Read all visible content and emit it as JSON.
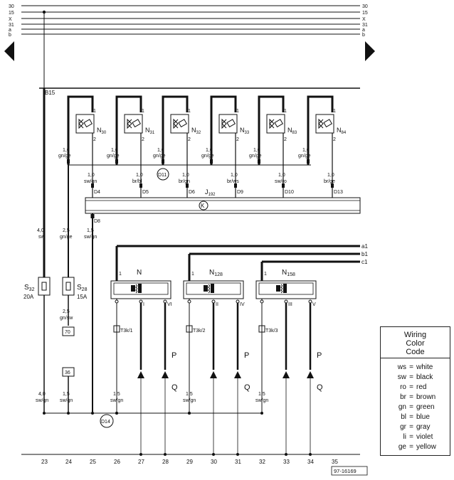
{
  "top_bus": {
    "labels_left": [
      "30",
      "15",
      "X",
      "31",
      "a",
      "b"
    ],
    "labels_right": [
      "30",
      "15",
      "X",
      "31",
      "a",
      "b"
    ]
  },
  "b15_label": "B15",
  "injectors": [
    {
      "name": "N",
      "sub": "30",
      "wire_top": "1,0",
      "wire_bot": "gn/ge",
      "wire2_top": "1,0",
      "wire2_bot": "sw/gn",
      "pin": "D4"
    },
    {
      "name": "N",
      "sub": "31",
      "wire_top": "1,0",
      "wire_bot": "gn/ge",
      "wire2_top": "1,0",
      "wire2_bot": "br/bl",
      "pin": "D5"
    },
    {
      "name": "N",
      "sub": "32",
      "wire_top": "1,0",
      "wire_bot": "gn/ge",
      "wire2_top": "1,0",
      "wire2_bot": "br/gn",
      "pin": "D6"
    },
    {
      "name": "N",
      "sub": "33",
      "wire_top": "1,0",
      "wire_bot": "gn/ge",
      "wire2_top": "1,0",
      "wire2_bot": "br/ws",
      "pin": "D9"
    },
    {
      "name": "N",
      "sub": "83",
      "wire_top": "1,0",
      "wire_bot": "gn/ge",
      "wire2_top": "1,0",
      "wire2_bot": "sw/ro",
      "pin": "D10"
    },
    {
      "name": "N",
      "sub": "84",
      "wire_top": "1,0",
      "wire_bot": "gn/ge",
      "wire2_top": "1,0",
      "wire2_bot": "br/ge",
      "pin": "D13"
    }
  ],
  "pin_labels": {
    "one": "1",
    "two": "2"
  },
  "d11": "D11",
  "d14": "D14",
  "d8": "D8",
  "ecu_name": "J",
  "ecu_sub": "192",
  "ecu_ground_symbol": "K",
  "wires": {
    "w23": {
      "top": "4,0",
      "bot": "sw"
    },
    "w24": {
      "top": "2,5",
      "bot": "gn/ge"
    },
    "w25": {
      "top": "1,5",
      "bot": "sw/gn"
    },
    "w24b": {
      "top": "2,5",
      "bot": "gn/sw"
    },
    "w23c": {
      "top": "4,0",
      "bot": "sw/gn"
    },
    "w24c": {
      "top": "1,5",
      "bot": "sw/gn"
    },
    "w26": {
      "top": "1,5",
      "bot": "sw/gn"
    },
    "w29": {
      "top": "1,5",
      "bot": "sw/gn"
    },
    "w32": {
      "top": "1,5",
      "bot": "sw/gn"
    }
  },
  "fuses": [
    {
      "name": "S",
      "sub": "32",
      "rating": "20A"
    },
    {
      "name": "S",
      "sub": "28",
      "rating": "15A"
    }
  ],
  "boxes": {
    "b70": "70",
    "b36": "36"
  },
  "bus_right": [
    "a1",
    "b1",
    "c1"
  ],
  "coils": [
    {
      "name": "N",
      "sub": "",
      "pin1": "1",
      "out1": "I",
      "out2": "VI",
      "conn": "T3k/1",
      "spark1": "P",
      "spark2": "Q"
    },
    {
      "name": "N",
      "sub": "128",
      "pin1": "1",
      "out1": "II",
      "out2": "IV",
      "conn": "T3k/2",
      "spark1": "P",
      "spark2": "Q"
    },
    {
      "name": "N",
      "sub": "158",
      "pin1": "1",
      "out1": "III",
      "out2": "V",
      "conn": "T3k/3",
      "spark1": "P",
      "spark2": "Q"
    }
  ],
  "column_numbers": [
    "23",
    "24",
    "25",
    "26",
    "27",
    "28",
    "29",
    "30",
    "31",
    "32",
    "33",
    "34",
    "35"
  ],
  "figure_id": "97-16169",
  "legend": {
    "title_lines": [
      "Wiring",
      "Color",
      "Code"
    ],
    "rows": [
      {
        "code": "ws",
        "name": "white"
      },
      {
        "code": "sw",
        "name": "black"
      },
      {
        "code": "ro",
        "name": "red"
      },
      {
        "code": "br",
        "name": "brown"
      },
      {
        "code": "gn",
        "name": "green"
      },
      {
        "code": "bl",
        "name": "blue"
      },
      {
        "code": "gr",
        "name": "gray"
      },
      {
        "code": "li",
        "name": "violet"
      },
      {
        "code": "ge",
        "name": "yellow"
      }
    ]
  }
}
